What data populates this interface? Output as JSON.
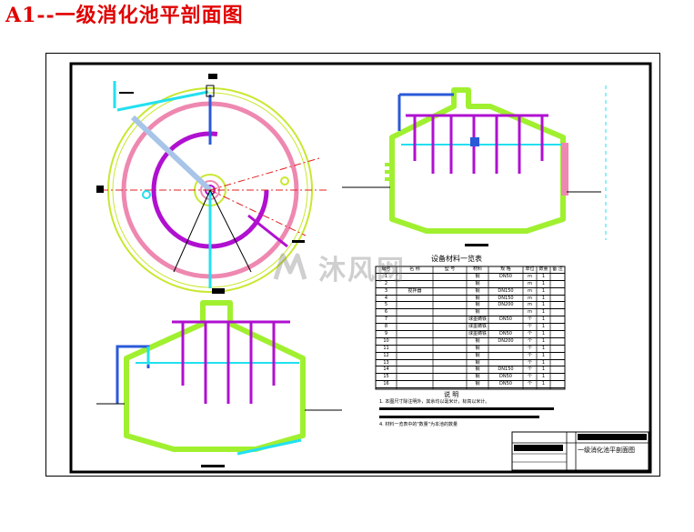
{
  "title": "A1--一级消化池平剖面图",
  "watermark": "沐风网",
  "equipment_table": {
    "title": "设备材料一览表",
    "headers": [
      "编号",
      "名 称",
      "型 号",
      "材料",
      "规 格",
      "单位",
      "数量",
      "备 注"
    ],
    "rows": [
      [
        "1",
        "",
        "",
        "钢",
        "DN50",
        "m",
        "1",
        ""
      ],
      [
        "2",
        "",
        "",
        "钢",
        "",
        "m",
        "1",
        ""
      ],
      [
        "3",
        "搅拌器",
        "",
        "钢",
        "DN150",
        "m",
        "1",
        ""
      ],
      [
        "4",
        "",
        "",
        "钢",
        "DN150",
        "m",
        "1",
        ""
      ],
      [
        "5",
        "",
        "",
        "钢",
        "DN200",
        "m",
        "1",
        ""
      ],
      [
        "6",
        "",
        "",
        "钢",
        "",
        "m",
        "1",
        ""
      ],
      [
        "7",
        "",
        "",
        "球墨铸铁",
        "DN50",
        "个",
        "1",
        ""
      ],
      [
        "8",
        "",
        "",
        "球墨铸铁",
        "",
        "个",
        "1",
        ""
      ],
      [
        "9",
        "",
        "",
        "球墨铸铁",
        "DN50",
        "个",
        "1",
        ""
      ],
      [
        "10",
        "",
        "",
        "钢",
        "DN200",
        "个",
        "1",
        ""
      ],
      [
        "11",
        "",
        "",
        "钢",
        "",
        "个",
        "1",
        ""
      ],
      [
        "12",
        "",
        "",
        "钢",
        "",
        "个",
        "1",
        ""
      ],
      [
        "13",
        "",
        "",
        "钢",
        "",
        "个",
        "1",
        ""
      ],
      [
        "14",
        "",
        "",
        "钢",
        "DN150",
        "个",
        "1",
        ""
      ],
      [
        "15",
        "",
        "",
        "钢",
        "DN50",
        "个",
        "1",
        ""
      ],
      [
        "16",
        "",
        "",
        "钢",
        "DN50",
        "个",
        "1",
        ""
      ]
    ]
  },
  "notes": {
    "title": "说 明",
    "items": [
      "1. 本图尺寸除注明外，其余均以毫米计，标高以米计。",
      "4. 材料一览表中的\"数量\"为本池的数量"
    ]
  },
  "title_block": {
    "drawing_name": "一级消化池平剖面图"
  }
}
